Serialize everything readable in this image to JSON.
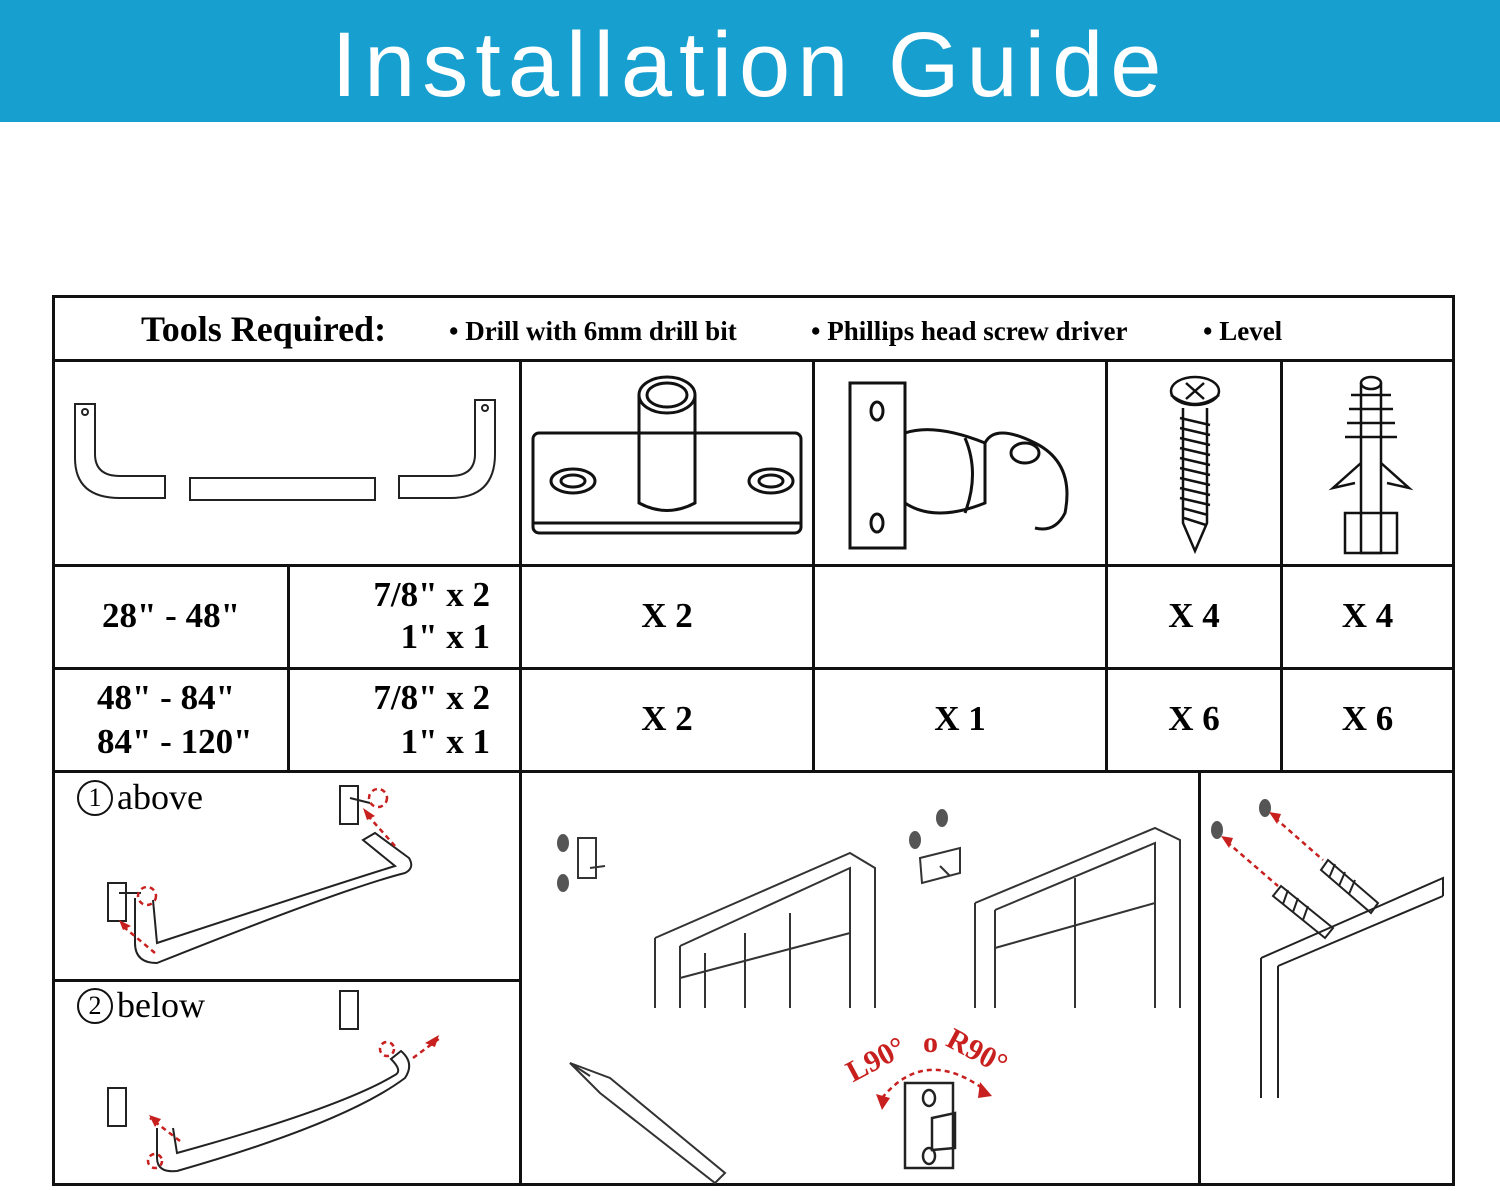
{
  "banner": {
    "title": "Installation Guide",
    "color": "#17a0cf"
  },
  "tools": {
    "label": "Tools Required:",
    "items": [
      "Drill with 6mm drill bit",
      "Phillips head screw driver",
      "Level"
    ]
  },
  "parts": [
    {
      "icon": "telescoping-rod-icon"
    },
    {
      "icon": "end-bracket-icon"
    },
    {
      "icon": "center-support-bracket-icon"
    },
    {
      "icon": "screw-icon"
    },
    {
      "icon": "wall-anchor-icon"
    }
  ],
  "rows": [
    {
      "length": [
        "28\" - 48\""
      ],
      "rod": [
        "7/8\" x 2",
        "1\" x 1"
      ],
      "end_bracket": "X 2",
      "center_bracket": "",
      "screw": "X 4",
      "anchor": "X 4"
    },
    {
      "length": [
        "48\" - 84\"",
        "84\" - 120\""
      ],
      "rod": [
        "7/8\" x 2",
        "1\" x 1"
      ],
      "end_bracket": "X 2",
      "center_bracket": "X 1",
      "screw": "X 6",
      "anchor": "X 6"
    }
  ],
  "steps": {
    "above": {
      "number": "1",
      "label": "above"
    },
    "below": {
      "number": "2",
      "label": "below"
    },
    "rotation": {
      "left": "L90°",
      "sep": "o",
      "right": "R90°"
    }
  },
  "accent_color": "#c8201e"
}
